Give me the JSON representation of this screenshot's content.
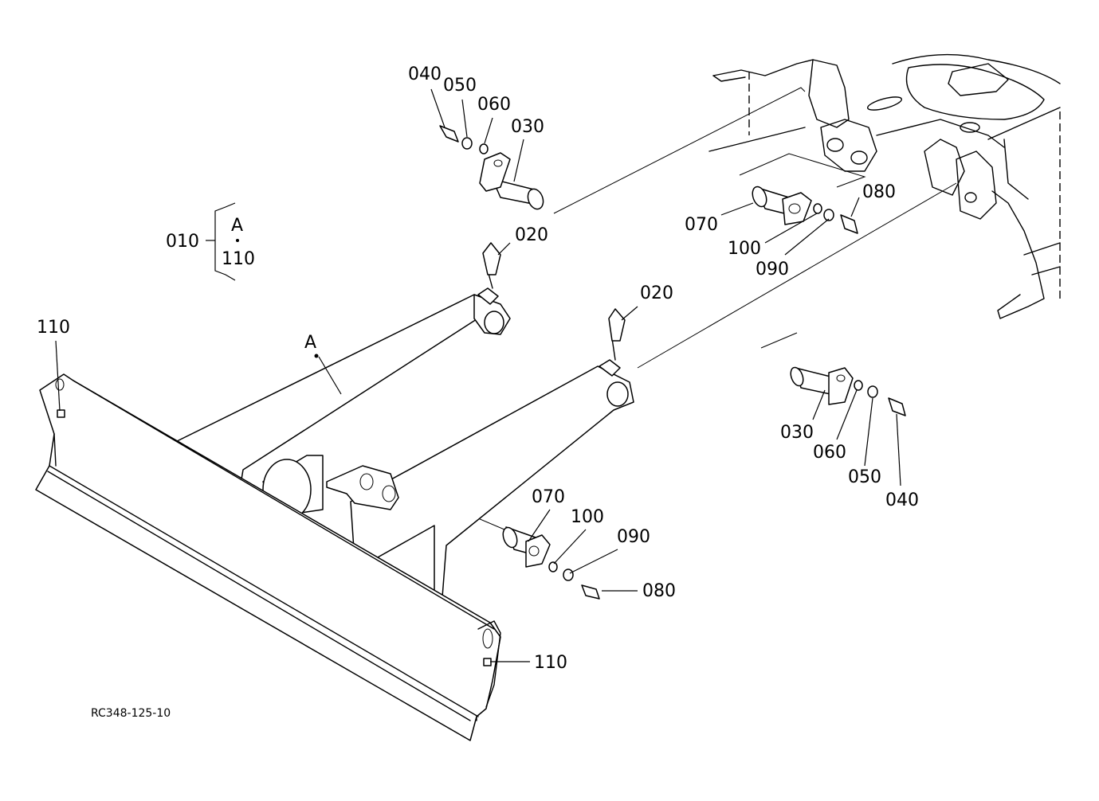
{
  "drawing_code": "RC348-125-10",
  "assembly": {
    "number": "010",
    "includes_top": "A",
    "includes_bottom": "110"
  },
  "callouts": {
    "a_main": "A",
    "grease_left": "020",
    "grease_right": "020",
    "bolt_top": "040",
    "washer_top": "050",
    "lockwasher_top": "060",
    "pin_top": "030",
    "pin_rear": "070",
    "bolt_rear": "080",
    "collar_rear": "100",
    "washer_rear": "090",
    "pin_right": "030",
    "lockwasher_right": "060",
    "washer_right": "050",
    "bolt_right": "040",
    "pin_front": "070",
    "collar_front": "100",
    "washer_front": "090",
    "bolt_front": "080",
    "plug_left": "110",
    "plug_right": "110"
  }
}
